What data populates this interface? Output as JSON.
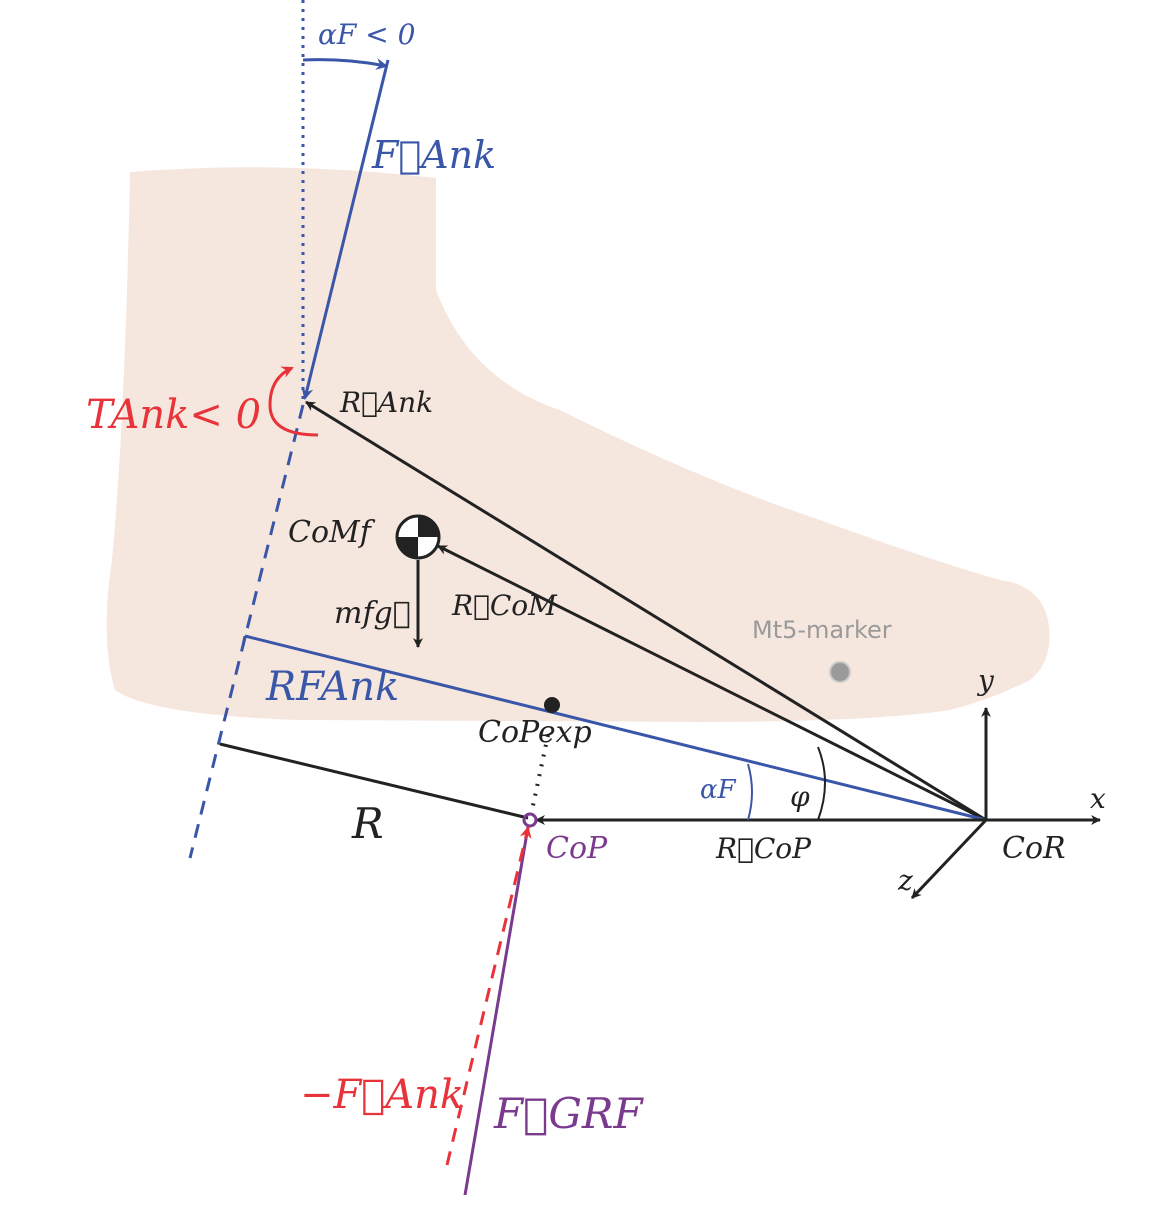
{
  "colors": {
    "foot_skin": "#f4e4da",
    "force_blue": "#3a56a8",
    "torque_red": "#e8333a",
    "grf_purple": "#7a3a8e",
    "black": "#222222",
    "marker_gray": "#9a9a9a"
  },
  "labels": {
    "alpha_f_neg": "αF < 0",
    "f_ank": "F⃗Ank",
    "t_ank": "TAnk< 0",
    "r_ank": "R⃗Ank",
    "com_f": "CoMf",
    "mf_g": "mfg⃗",
    "r_com": "R⃗CoM",
    "mt5_marker": "Mt5-marker",
    "r_f_ank": "RFAnk",
    "cop_exp": "CoPexp",
    "r_cal": "R",
    "alpha_f": "αF",
    "phi": "φ",
    "cop": "CoP",
    "r_cop": "R⃗CoP",
    "cor": "CoR",
    "axis_x": "x",
    "axis_y": "y",
    "axis_z": "z",
    "neg_f_ank": "−F⃗Ank",
    "f_grf": "F⃗GRF"
  }
}
